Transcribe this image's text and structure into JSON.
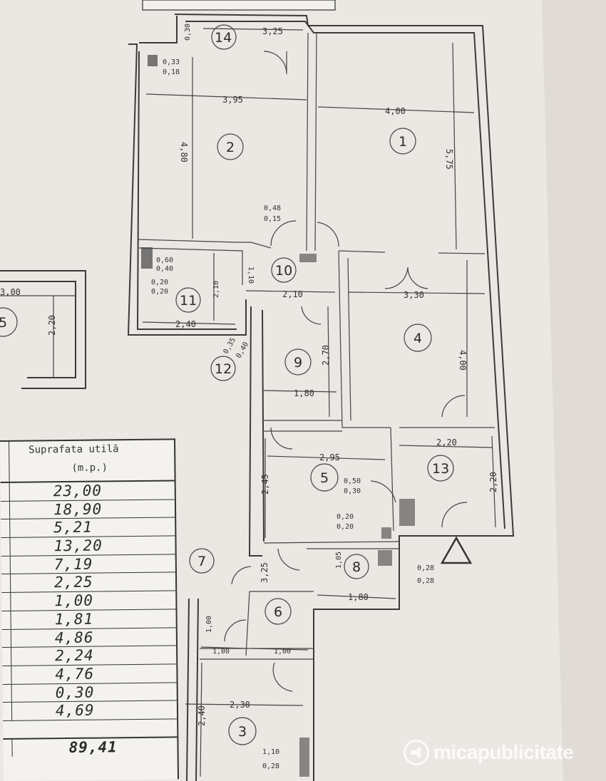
{
  "document": {
    "type": "floor-plan",
    "rooms": [
      {
        "id": "1",
        "label": "1"
      },
      {
        "id": "2",
        "label": "2"
      },
      {
        "id": "3",
        "label": "3"
      },
      {
        "id": "4",
        "label": "4"
      },
      {
        "id": "5",
        "label": "5"
      },
      {
        "id": "5b",
        "label": "5"
      },
      {
        "id": "6",
        "label": "6"
      },
      {
        "id": "7",
        "label": "7"
      },
      {
        "id": "8",
        "label": "8"
      },
      {
        "id": "9",
        "label": "9"
      },
      {
        "id": "10",
        "label": "10"
      },
      {
        "id": "11",
        "label": "11"
      },
      {
        "id": "12",
        "label": "12"
      },
      {
        "id": "13",
        "label": "13"
      },
      {
        "id": "14",
        "label": "14"
      }
    ],
    "dimensions": {
      "d_3_25": "3,25",
      "d_0_30": "0,30",
      "d_0_33": "0,33",
      "d_0_18": "0,18",
      "d_3_95": "3,95",
      "d_4_00": "4,00",
      "d_4_80": "4,80",
      "d_5_75": "5,75",
      "d_0_48": "0,48",
      "d_0_15": "0,15",
      "d_0_60": "0,60",
      "d_0_40": "0,40",
      "d_0_20a": "0,20",
      "d_0_20b": "0,20",
      "d_1_10": "1,10",
      "d_2_10v": "2,10",
      "d_2_10h": "2,10",
      "d_3_30": "3,30",
      "d_2_40": "2,40",
      "d_3_00": "3,00",
      "d_2_20": "2,20",
      "d_0_35": "0,35",
      "d_0_40b": "0,40",
      "d_2_70": "2,70",
      "d_4_00b": "4,00",
      "d_1_80": "1,80",
      "d_2_95": "2,95",
      "d_2_20b": "2,20",
      "d_2_45": "2,45",
      "d_0_50": "0,50",
      "d_0_30b": "0,30",
      "d_2_20c": "2,20",
      "d_0_20c": "0,20",
      "d_0_20d": "0,20",
      "d_1_05": "1,05",
      "d_0_28a": "0,28",
      "d_0_28b": "0,28",
      "d_3_25b": "3,25",
      "d_1_80b": "1,80",
      "d_1_00": "1,00",
      "d_1_00b": "1,00",
      "d_1_00c": "1,00",
      "d_2_30": "2,30",
      "d_2_40b": "2,40",
      "d_1_10b": "1,10",
      "d_0_28c": "0,28"
    },
    "area_table": {
      "title": "Suprafata utilă",
      "unit": "(m.p.)",
      "values": [
        "23,00",
        "18,90",
        "5,21",
        "13,20",
        "7,19",
        "2,25",
        "1,00",
        "1,81",
        "4,86",
        "2,24",
        "4,76",
        "0,30",
        "4,69"
      ],
      "total": "89,41"
    },
    "watermark": {
      "text": "micapublicitate",
      "icon": "megaphone-icon"
    },
    "colors": {
      "paper": "#ebe7e2",
      "ink": "#333333",
      "watermark": "#ffffff"
    }
  }
}
